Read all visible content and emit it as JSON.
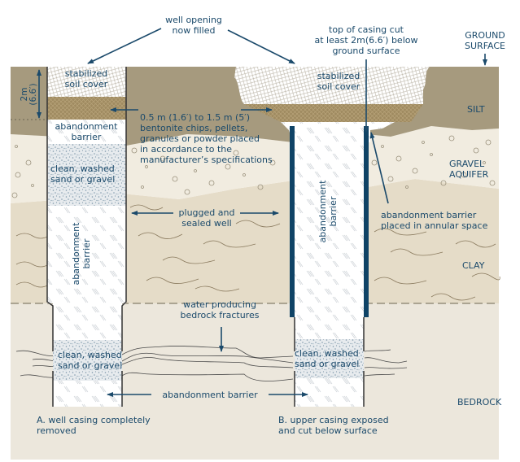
{
  "title": "Well abandonment diagram",
  "colors": {
    "silt": "#a69a7e",
    "gravel": "#f1ece0",
    "clay": "#e5dcc8",
    "bedrock": "#ece7dc",
    "bentonite": "#9f8a60",
    "casing": "#0f4366",
    "text": "#1b4a6b"
  },
  "layers": {
    "ground_surface": "GROUND\nSURFACE",
    "ground_surface_l1": "GROUND",
    "ground_surface_l2": "SURFACE",
    "silt": "SILT",
    "gravel_l1": "GRAVEL",
    "gravel_l2": "AQUIFER",
    "clay": "CLAY",
    "bedrock": "BEDROCK"
  },
  "labels": {
    "well_opening_l1": "well opening",
    "well_opening_l2": "now filled",
    "top_casing_l1": "top of casing cut",
    "top_casing_l2": "at least 2m(6.6′) below",
    "top_casing_l3": "ground surface",
    "depth_l1": "2m",
    "depth_l2": "(6.6′)",
    "stabilized_l1": "stabilized",
    "stabilized_l2": "soil cover",
    "bentonite_l1": "0.5 m (1.6′) to 1.5 m (5′)",
    "bentonite_l2": "bentonite chips, pellets,",
    "bentonite_l3": "granules or powder placed",
    "bentonite_l4": "in accordance to the",
    "bentonite_l5": "manufacturer’s specifications",
    "abandonment_barrier_l1": "abandonment",
    "abandonment_barrier_l2": "barrier",
    "clean_sand_l1": "clean, washed",
    "clean_sand_l2": "sand or gravel",
    "plugged_l1": "plugged and",
    "plugged_l2": "sealed well",
    "annular_l1": "abandonment barrier",
    "annular_l2": "placed in annular space",
    "water_l1": "water producing",
    "water_l2": "bedrock fractures",
    "abandonment_barrier_bottom": "abandonment barrier"
  },
  "captions": {
    "a_l1": "A. well casing completely",
    "a_l2": "removed",
    "b_l1": "B. upper casing exposed",
    "b_l2": "and cut below surface"
  }
}
